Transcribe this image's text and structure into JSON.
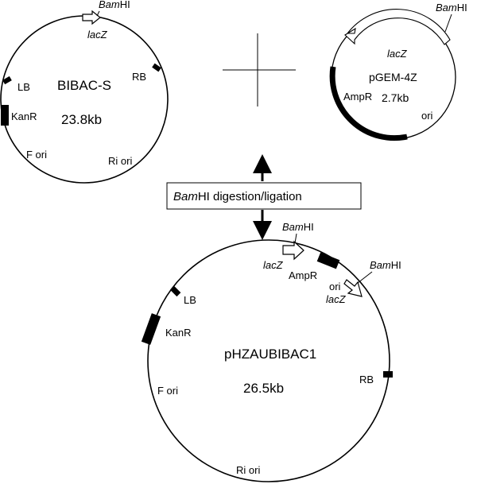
{
  "plasmid_a": {
    "name": "BIBAC-S",
    "size": "23.8kb",
    "bamhi": {
      "italic": "Bam",
      "plain": "HI"
    },
    "lacz": "lacZ",
    "rb": "RB",
    "lb": "LB",
    "kanr": "KanR",
    "fori": "F ori",
    "riori": "Ri ori"
  },
  "plasmid_b": {
    "name": "pGEM-4Z",
    "size": "2.7kb",
    "bamhi": {
      "italic": "Bam",
      "plain": "HI"
    },
    "lacz": "lacZ",
    "ampr": "AmpR",
    "ori": "ori"
  },
  "step": {
    "enzyme_italic": "Bam",
    "enzyme_plain": "HI",
    "action": " digestion/ligation"
  },
  "plasmid_c": {
    "name": "pHZAUBIBAC1",
    "size": "26.5kb",
    "bamhi_1": {
      "italic": "Bam",
      "plain": "HI"
    },
    "bamhi_2": {
      "italic": "Bam",
      "plain": "HI"
    },
    "lacz_1": "lacZ",
    "lacz_2": "lacZ",
    "ampr": "AmpR",
    "ori": "ori",
    "lb": "LB",
    "kanr": "KanR",
    "rb": "RB",
    "fori": "F ori",
    "riori": "Ri ori"
  },
  "colors": {
    "line": "#000000",
    "background": "#ffffff"
  }
}
